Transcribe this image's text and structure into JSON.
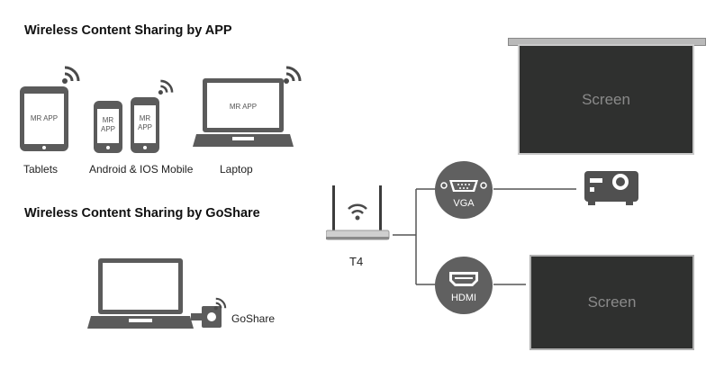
{
  "headings": {
    "app": "Wireless Content Sharing  by APP",
    "goshare": "Wireless Content Sharing by GoShare"
  },
  "devices": {
    "tablet_app": "MR APP",
    "mobile_app_line1": "MR",
    "mobile_app_line2": "APP",
    "laptop_app": "MR APP"
  },
  "captions": {
    "tablets": "Tablets",
    "mobile": "Android & IOS Mobile",
    "laptop": "Laptop",
    "goshare": "GoShare",
    "router": "T4"
  },
  "outputs": {
    "vga": "VGA",
    "hdmi": "HDMI"
  },
  "screens": {
    "top": "Screen",
    "bottom": "Screen"
  },
  "colors": {
    "device": "#5b5b5b",
    "screen": "#2f302f",
    "badge": "#606060"
  }
}
